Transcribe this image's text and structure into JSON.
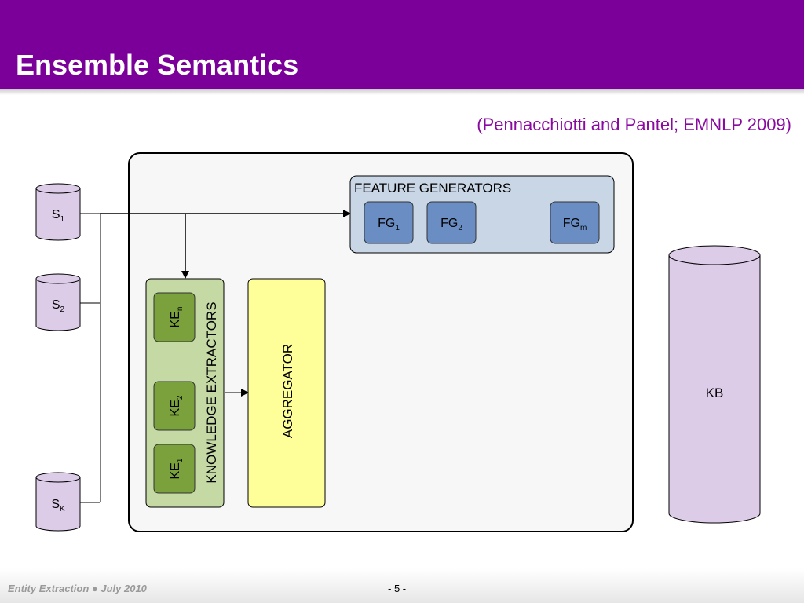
{
  "slide": {
    "title": "Ensemble Semantics",
    "citation": "(Pennacchiotti and Pantel; EMNLP 2009)",
    "footer_left": "Entity Extraction ● July 2010",
    "page_number": "- 5 -"
  },
  "diagram": {
    "sources": [
      {
        "base": "S",
        "sub": "1"
      },
      {
        "base": "S",
        "sub": "2"
      },
      {
        "base": "S",
        "sub": "K"
      }
    ],
    "feature_generators": {
      "title": "FEATURE GENERATORS",
      "items": [
        {
          "base": "FG",
          "sub": "1"
        },
        {
          "base": "FG",
          "sub": "2"
        },
        {
          "base": "FG",
          "sub": "m"
        }
      ]
    },
    "knowledge_extractors": {
      "title": "KNOWLEDGE EXTRACTORS",
      "items": [
        {
          "base": "KE",
          "sub": "n"
        },
        {
          "base": "KE",
          "sub": "2"
        },
        {
          "base": "KE",
          "sub": "1"
        }
      ]
    },
    "aggregator": "AGGREGATOR",
    "kb": "KB"
  },
  "colors": {
    "header": "#7b0099",
    "cylinder_fill": "#dccce8",
    "fg_panel": "#c8d6e6",
    "fg_box": "#6a8dc4",
    "ke_panel": "#c4d9a4",
    "ke_box": "#7aa13c",
    "aggregator": "#ffff99"
  }
}
